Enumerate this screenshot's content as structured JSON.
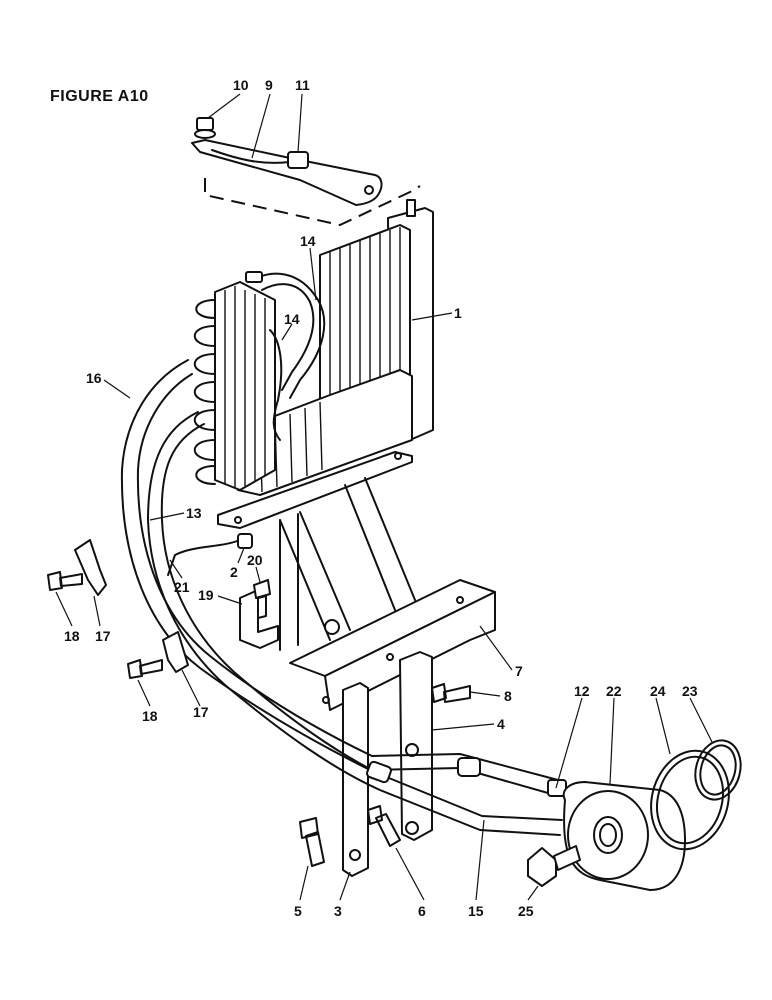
{
  "figure_title": "FIGURE A10",
  "callouts": [
    "1",
    "2",
    "3",
    "4",
    "5",
    "6",
    "7",
    "8",
    "9",
    "10",
    "11",
    "12",
    "13",
    "14",
    "15",
    "16",
    "17",
    "18",
    "19",
    "20",
    "21",
    "22",
    "23",
    "24",
    "25"
  ],
  "colors": {
    "ink": "#111111",
    "paper": "#ffffff"
  }
}
